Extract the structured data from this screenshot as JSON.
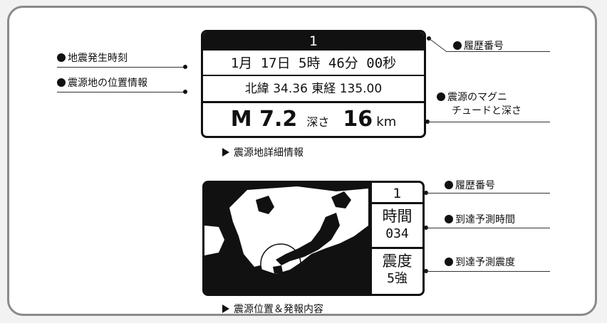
{
  "panel1": {
    "history": "1",
    "datetime": "1月 17日  5時 46分 00秒",
    "location": "北緯 34.36   東経 135.00",
    "magnitude": "M 7.2",
    "depth_label": "深さ",
    "depth_value": "16",
    "depth_unit": "km",
    "caption": "震源地詳細情報"
  },
  "panel1_labels": {
    "time": "地震発生時刻",
    "location": "震源地の位置情報",
    "history": "履歴番号",
    "mag_line1": "震源のマグニ",
    "mag_line2": "チュードと深さ"
  },
  "panel2": {
    "history": "1",
    "time_label": "時間",
    "time_value": "034",
    "intensity_label": "震度",
    "intensity_value": "5強",
    "caption": "震源位置＆発報内容"
  },
  "panel2_labels": {
    "history": "履歴番号",
    "arrival_time": "到達予測時間",
    "arrival_intensity": "到達予測震度"
  }
}
